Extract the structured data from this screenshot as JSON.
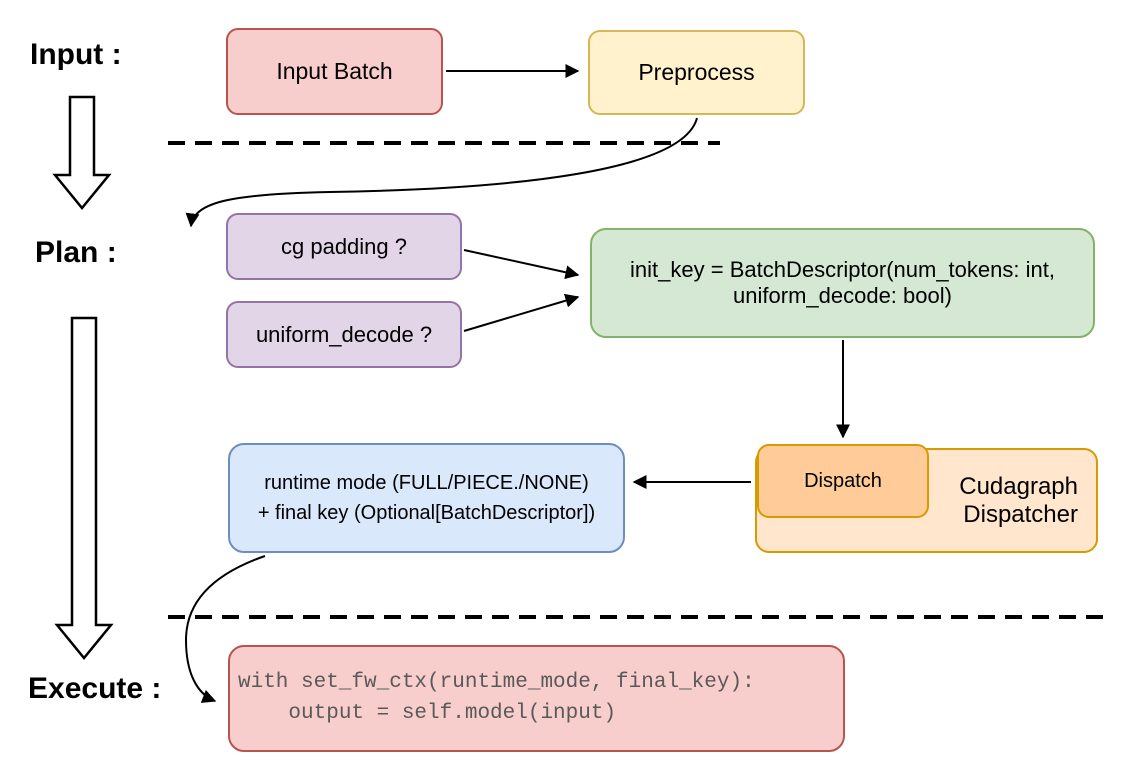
{
  "stages": {
    "input": "Input :",
    "plan": "Plan :",
    "execute": "Execute :"
  },
  "nodes": {
    "input_batch": {
      "label": "Input Batch"
    },
    "preprocess": {
      "label": "Preprocess"
    },
    "cg_padding": {
      "label": "cg padding ?"
    },
    "uniform_decode": {
      "label": "uniform_decode ?"
    },
    "init_key": {
      "line1": "init_key = BatchDescriptor(num_tokens: int,",
      "line2": "uniform_decode: bool)"
    },
    "dispatch": {
      "label": "Dispatch"
    },
    "cudagraph_dispatcher": {
      "line1": "Cudagraph",
      "line2": "Dispatcher"
    },
    "runtime_result": {
      "line1": "runtime mode (FULL/PIECE./NONE)",
      "line2": "+ final key (Optional[BatchDescriptor])"
    },
    "execute_code": {
      "line1": "with set_fw_ctx(runtime_mode, final_key):",
      "line2": "    output = self.model(input)"
    }
  },
  "colors": {
    "red_fill": "#f8cecc",
    "red_stroke": "#b85450",
    "yellow_fill": "#fff2cc",
    "yellow_stroke": "#d6b656",
    "purple_fill": "#e1d5e7",
    "purple_stroke": "#9673a6",
    "green_fill": "#d5e8d4",
    "green_stroke": "#82b366",
    "orange_outer_fill": "#ffe6cc",
    "orange_inner_fill": "#ffcc99",
    "orange_stroke": "#d79b00",
    "blue_fill": "#dae8fc",
    "blue_stroke": "#6c8ebf",
    "code_text": "#595959",
    "arrow": "#000000"
  }
}
